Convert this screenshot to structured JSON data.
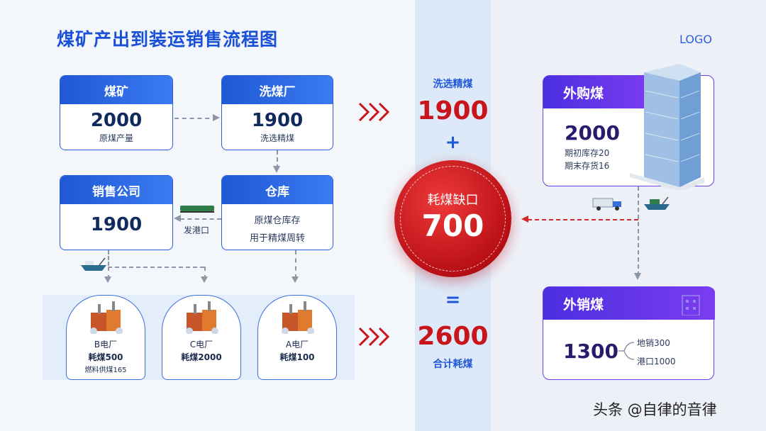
{
  "title": "煤矿产出到装运销售流程图",
  "logo": "LOGO",
  "mine": {
    "title": "煤矿",
    "value": "2000",
    "sub": "原煤产量"
  },
  "wash": {
    "title": "洗煤厂",
    "value": "1900",
    "sub": "洗选精煤"
  },
  "sales": {
    "title": "销售公司",
    "value": "1900"
  },
  "warehouse": {
    "title": "仓库",
    "line1": "原煤仓库存",
    "line2": "用于精煤周转"
  },
  "to_port": "发港口",
  "plants": [
    {
      "name": "B电厂",
      "consume": "耗煤500",
      "extra": "燃料供煤165"
    },
    {
      "name": "C电厂",
      "consume": "耗煤2000",
      "extra": ""
    },
    {
      "name": "A电厂",
      "consume": "耗煤100",
      "extra": ""
    }
  ],
  "center": {
    "top_label": "洗选精煤",
    "top_value": "1900",
    "plus": "+",
    "gap_label": "耗煤缺口",
    "gap_value": "700",
    "equals": "=",
    "total_value": "2600",
    "total_label": "合计耗煤"
  },
  "purchase": {
    "title": "外购煤",
    "value": "2000",
    "line1": "期初库存20",
    "line2": "期末存货16"
  },
  "export": {
    "title": "外销煤",
    "value": "1300",
    "item1": "地销300",
    "item2": "港口1000"
  },
  "watermark": "头条 @自律的音律",
  "colors": {
    "blue": "#1f58d6",
    "purple": "#6b3cf0",
    "red": "#c8151b"
  },
  "icons": [
    "chevron-arrows-icon",
    "train-icon",
    "ship-icon",
    "power-plant-icon",
    "truck-icon",
    "office-building-icon"
  ]
}
